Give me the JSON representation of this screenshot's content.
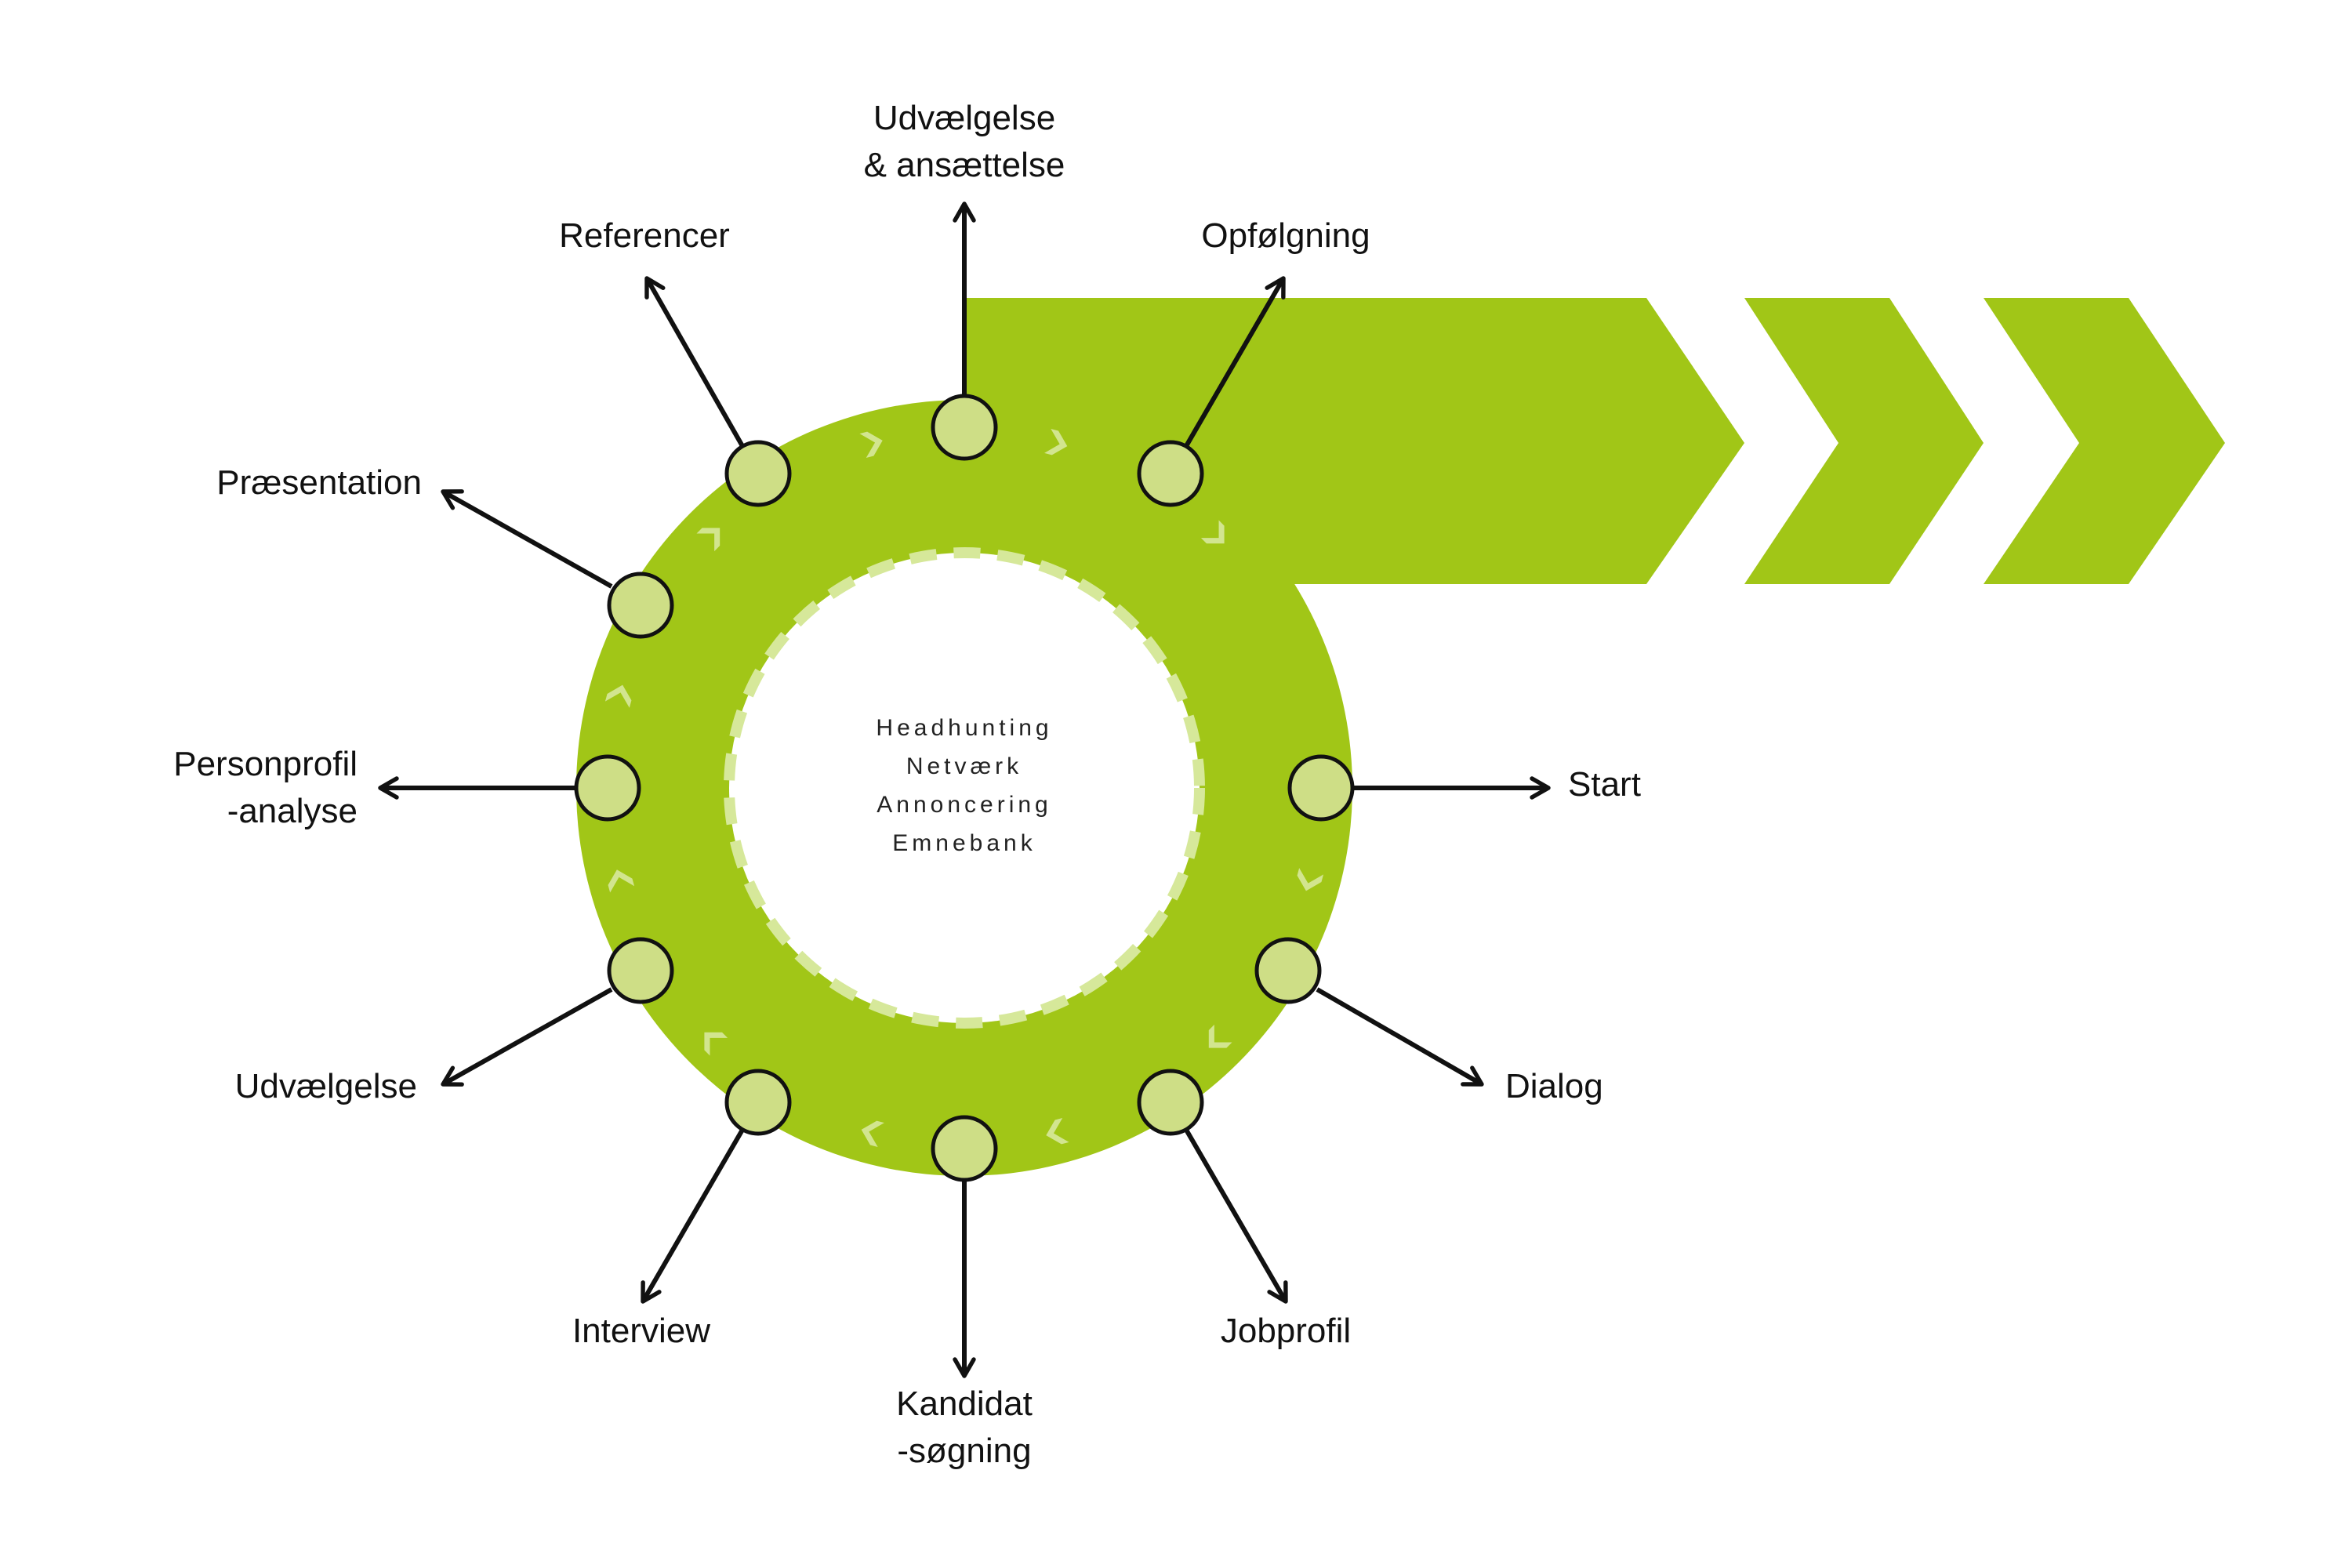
{
  "colors": {
    "band": "#a1c617",
    "node_fill": "#cede86",
    "chevron": "#d2e58f",
    "dash": "#d6e89a",
    "stroke": "#111111",
    "background": "#ffffff"
  },
  "center": {
    "lines": [
      "Headhunting",
      "Netværk",
      "Annoncering",
      "Emnebank"
    ]
  },
  "steps": [
    {
      "id": "start",
      "lines": [
        "Start"
      ]
    },
    {
      "id": "dialog",
      "lines": [
        "Dialog"
      ]
    },
    {
      "id": "jobprofil",
      "lines": [
        "Jobprofil"
      ]
    },
    {
      "id": "kandidat",
      "lines": [
        "Kandidat",
        "-søgning"
      ]
    },
    {
      "id": "interview",
      "lines": [
        "Interview"
      ]
    },
    {
      "id": "udvaelgelse",
      "lines": [
        "Udvælgelse"
      ]
    },
    {
      "id": "personprofil",
      "lines": [
        "Personprofil",
        "-analyse"
      ]
    },
    {
      "id": "praesentation",
      "lines": [
        "Præsentation"
      ]
    },
    {
      "id": "referencer",
      "lines": [
        "Referencer"
      ]
    },
    {
      "id": "udvaelgelse-ansaettelse",
      "lines": [
        "Udvælgelse",
        "& ansættelse"
      ]
    },
    {
      "id": "opfoelgning",
      "lines": [
        "Opfølgning"
      ]
    }
  ]
}
